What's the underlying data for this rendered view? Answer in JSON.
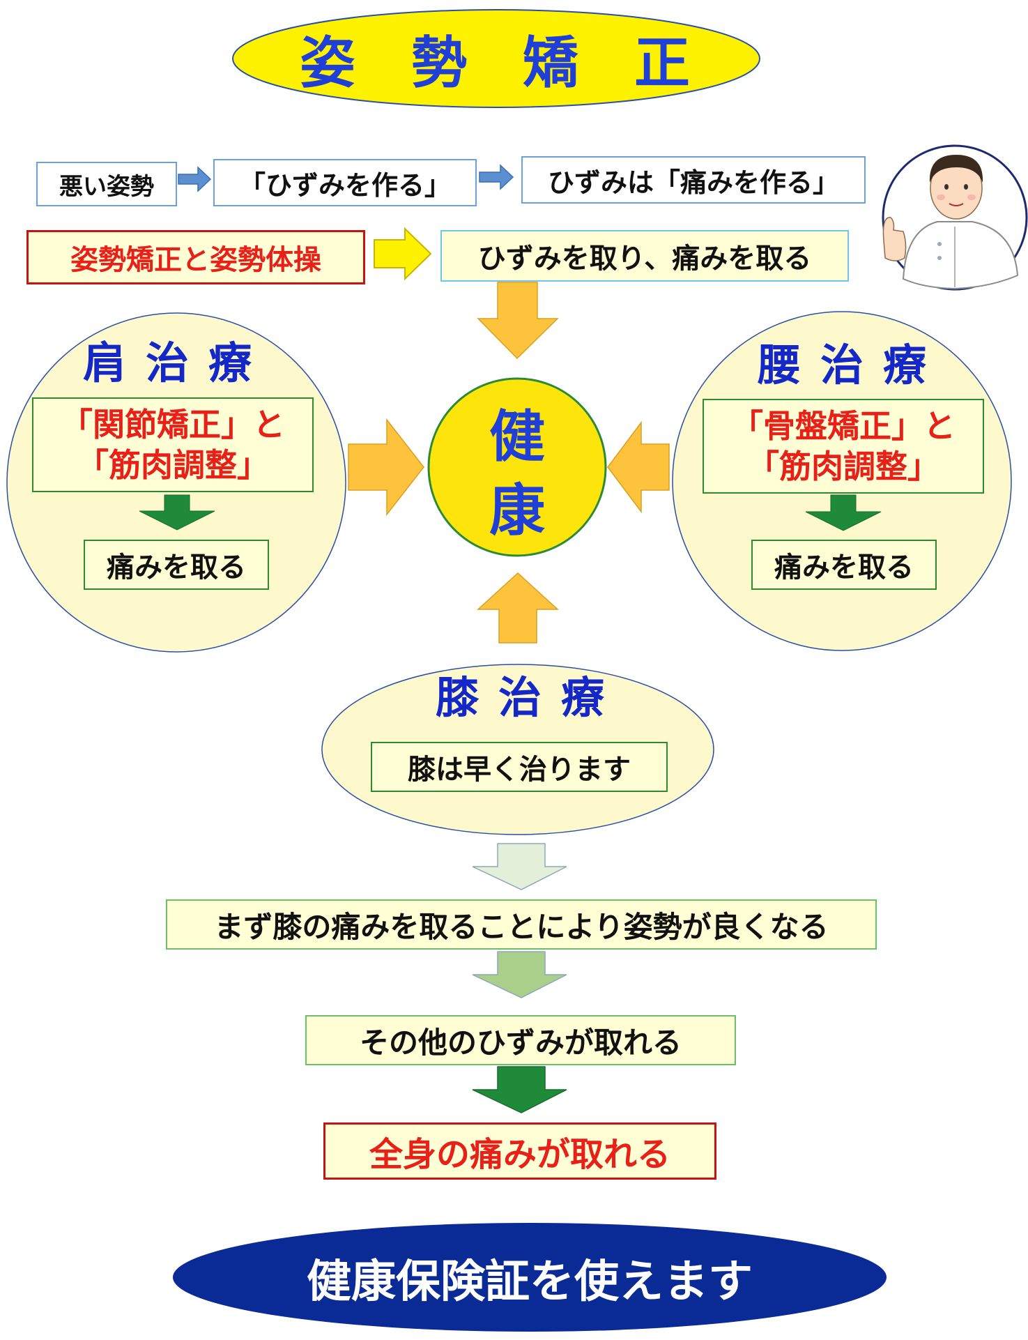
{
  "title": "姿　勢　矯　正",
  "top_row": {
    "bad_posture": "悪い姿勢",
    "makes_distortion": "「ひずみを作る」",
    "distortion_makes_pain": "ひずみは「痛みを作る」"
  },
  "second_row": {
    "correction": "姿勢矯正と姿勢体操",
    "remove": "ひずみを取り、痛みを取る"
  },
  "center": {
    "line1": "健",
    "line2": "康"
  },
  "shoulder": {
    "title": "肩治療",
    "line1": "「関節矯正」と",
    "line2": "「筋肉調整」",
    "result": "痛みを取る"
  },
  "waist": {
    "title": "腰治療",
    "line1": "「骨盤矯正」と",
    "line2": "「筋肉調整」",
    "result": "痛みを取る"
  },
  "knee": {
    "title": "膝治療",
    "result": "膝は早く治ります"
  },
  "flow": {
    "step1": "まず膝の痛みを取ることにより姿勢が良くなる",
    "step2": "その他のひずみが取れる",
    "step3": "全身の痛みが取れる"
  },
  "footer": "健康保険証を使えます",
  "colors": {
    "title_fill": "#fff200",
    "title_text": "#1f3fd6",
    "circle_fill": "#fdf9cc",
    "center_fill": "#fde40a",
    "orange_arrow": "#fdc33c",
    "green_arrow": "#1f8b3a",
    "red_text": "#e8201a",
    "footer_fill": "#0a2a96"
  }
}
